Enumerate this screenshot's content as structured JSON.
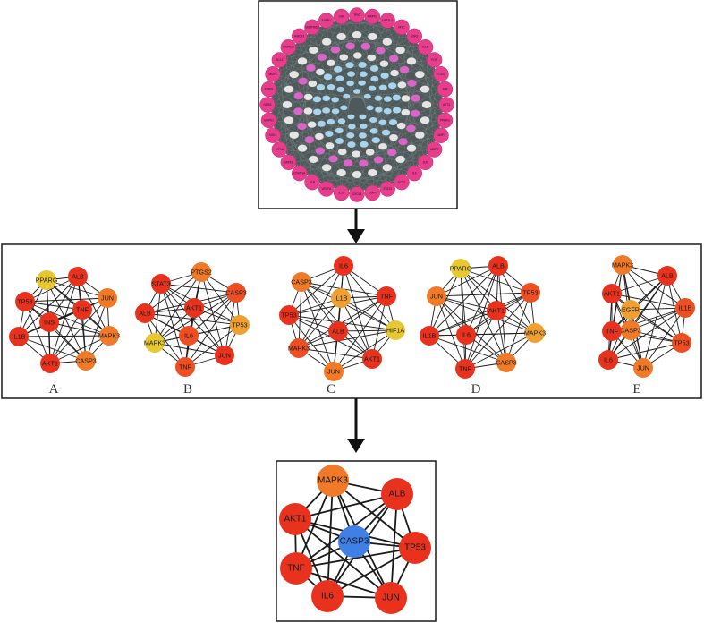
{
  "colors": {
    "red": "#e8321e",
    "red_orange": "#ee4f22",
    "orange": "#f07a28",
    "amber": "#f0a030",
    "yellow": "#e8c832",
    "blue": "#3f7fe6",
    "magenta": "#e83c8c",
    "pink": "#d965c8",
    "grey_node": "#e5e5e5",
    "light_blue": "#a8d4ee",
    "edge": "#1a1a1a",
    "big_network_bg": "#4e5a5a"
  },
  "top_network": {
    "outer_labels": [
      "TP53",
      "MAPK3",
      "NFE2L2",
      "MYC",
      "ESR1",
      "IL1B",
      "FOS",
      "PTGS2",
      "TNF",
      "AKT1",
      "PPARG",
      "CASP3",
      "MMP9",
      "JUN",
      "IL6",
      "CCL2",
      "STAT3",
      "EGFR",
      "CXCL8",
      "IL10",
      "VEGFA",
      "ALB",
      "CDKN1A",
      "MAPK8",
      "HIF1A",
      "SOD1",
      "MAPK1",
      "NOS3",
      "ICAM1",
      "MMP2",
      "BCL2",
      "MAPK14",
      "HMOX1",
      "SERPINE1",
      "TGFB1",
      "CAT"
    ]
  },
  "panels": [
    {
      "letter": "A",
      "nodes": [
        {
          "label": "PPARG",
          "color": "yellow"
        },
        {
          "label": "ALB",
          "color": "red"
        },
        {
          "label": "JUN",
          "color": "orange"
        },
        {
          "label": "TP53",
          "color": "red"
        },
        {
          "label": "TNF",
          "color": "red"
        },
        {
          "label": "INS",
          "color": "red"
        },
        {
          "label": "IL1B",
          "color": "red"
        },
        {
          "label": "MAPK3",
          "color": "orange"
        },
        {
          "label": "AKT1",
          "color": "red"
        },
        {
          "label": "CASP3",
          "color": "orange"
        }
      ]
    },
    {
      "letter": "B",
      "nodes": [
        {
          "label": "STAT3",
          "color": "red"
        },
        {
          "label": "PTGS2",
          "color": "orange"
        },
        {
          "label": "CASP3",
          "color": "red_orange"
        },
        {
          "label": "AKT1",
          "color": "red"
        },
        {
          "label": "ALB",
          "color": "red"
        },
        {
          "label": "TP53",
          "color": "amber"
        },
        {
          "label": "IL6",
          "color": "red_orange"
        },
        {
          "label": "MAPK3",
          "color": "yellow"
        },
        {
          "label": "JUN",
          "color": "red"
        },
        {
          "label": "TNF",
          "color": "red_orange"
        }
      ]
    },
    {
      "letter": "C",
      "nodes": [
        {
          "label": "IL6",
          "color": "red"
        },
        {
          "label": "CASP3",
          "color": "orange"
        },
        {
          "label": "IL1B",
          "color": "amber"
        },
        {
          "label": "TNF",
          "color": "red"
        },
        {
          "label": "TP53",
          "color": "red"
        },
        {
          "label": "HIF1A",
          "color": "yellow"
        },
        {
          "label": "ALB",
          "color": "red"
        },
        {
          "label": "MAPK3",
          "color": "red_orange"
        },
        {
          "label": "AKT1",
          "color": "red"
        },
        {
          "label": "JUN",
          "color": "orange"
        }
      ]
    },
    {
      "letter": "D",
      "nodes": [
        {
          "label": "PPARG",
          "color": "yellow"
        },
        {
          "label": "ALB",
          "color": "red"
        },
        {
          "label": "TP53",
          "color": "red_orange"
        },
        {
          "label": "JUN",
          "color": "orange"
        },
        {
          "label": "AKT1",
          "color": "red"
        },
        {
          "label": "IL1B",
          "color": "red"
        },
        {
          "label": "IL6",
          "color": "red"
        },
        {
          "label": "MAPK3",
          "color": "amber"
        },
        {
          "label": "TNF",
          "color": "red"
        },
        {
          "label": "CASP3",
          "color": "orange"
        }
      ]
    },
    {
      "letter": "E",
      "nodes": [
        {
          "label": "MAPK3",
          "color": "orange"
        },
        {
          "label": "ALB",
          "color": "red"
        },
        {
          "label": "AKT1",
          "color": "red"
        },
        {
          "label": "EGFR",
          "color": "amber"
        },
        {
          "label": "IL1B",
          "color": "red_orange"
        },
        {
          "label": "CASP3",
          "color": "orange"
        },
        {
          "label": "TNF",
          "color": "red"
        },
        {
          "label": "TP53",
          "color": "red_orange"
        },
        {
          "label": "IL6",
          "color": "red"
        },
        {
          "label": "JUN",
          "color": "orange"
        }
      ]
    }
  ],
  "final_network": {
    "nodes": [
      {
        "label": "MAPK3",
        "color": "orange"
      },
      {
        "label": "ALB",
        "color": "red"
      },
      {
        "label": "AKT1",
        "color": "red"
      },
      {
        "label": "CASP3",
        "color": "blue"
      },
      {
        "label": "TP53",
        "color": "red"
      },
      {
        "label": "TNF",
        "color": "red"
      },
      {
        "label": "IL6",
        "color": "red"
      },
      {
        "label": "JUN",
        "color": "red"
      }
    ]
  }
}
